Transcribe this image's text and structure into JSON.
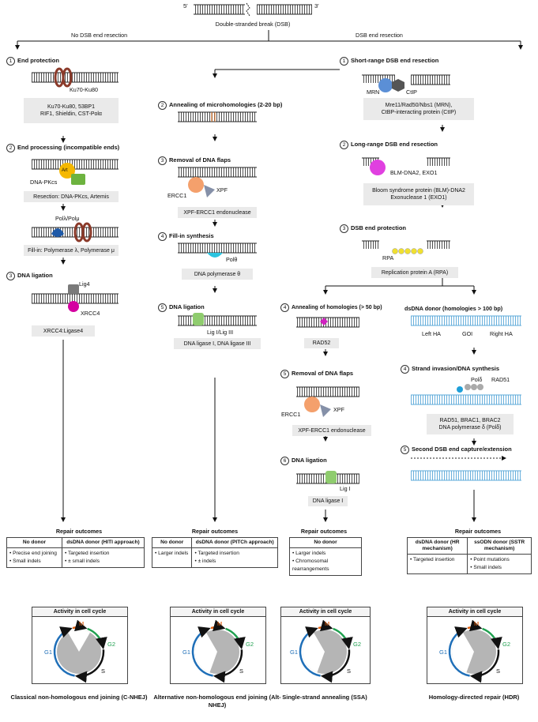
{
  "top": {
    "title": "Double-stranded break (DSB)",
    "left_branch": "No DSB end resection",
    "right_branch": "DSB end resection"
  },
  "cnhej": {
    "s1": {
      "num": "1",
      "title": "End protection",
      "protein_label": "Ku70-Ku80",
      "box": [
        "Ku70-Ku80, 53BP1",
        "RIF1, Shieldin, CST-Polα"
      ]
    },
    "s2": {
      "num": "2",
      "title": "End processing (incompatible ends)",
      "art": "Art",
      "dnapk": "DNA-PKcs",
      "box": "Resection: DNA-PKcs, Artemis",
      "pol_label": "Polλ/Polμ",
      "box2": "Fill-in: Polymerase λ, Polymerase μ"
    },
    "s3": {
      "num": "3",
      "title": "DNA ligation",
      "lig4": "Lig4",
      "xrcc4": "XRCC4",
      "box": "XRCC4:Ligase4"
    },
    "outcomes_title": "Repair outcomes",
    "col1_head": "No donor",
    "col2_head": "dsDNA donor (HITI approach)",
    "col1_items": [
      "Precise end joining",
      "Small indels"
    ],
    "col2_items": [
      "Targeted insertion",
      "± small indels"
    ],
    "name": "Classical non-homologous end joining (C-NHEJ)"
  },
  "altnhej": {
    "s2": {
      "num": "2",
      "title": "Annealing of microhomologies (2-20 bp)"
    },
    "s3": {
      "num": "3",
      "title": "Removal of DNA flaps",
      "ercc1": "ERCC1",
      "xpf": "XPF",
      "box": "XPF-ERCC1 endonuclease"
    },
    "s4": {
      "num": "4",
      "title": "Fill-in synthesis",
      "polt": "Polθ",
      "box": "DNA polymerase θ"
    },
    "s5": {
      "num": "5",
      "title": "DNA ligation",
      "lig": "Lig I/Lig III",
      "box": "DNA ligase I, DNA ligase III"
    },
    "outcomes_title": "Repair outcomes",
    "col1_head": "No donor",
    "col2_head": "dsDNA donor (PITCh approach)",
    "col1_items": [
      "Larger indels"
    ],
    "col2_items": [
      "Targeted insertion",
      "± indels"
    ],
    "name": "Alternative non-homologous end joining (Alt-NHEJ)"
  },
  "resection": {
    "s1": {
      "num": "1",
      "title": "Short-range DSB end resection",
      "mrn": "MRN",
      "ctip": "CtIP",
      "box": [
        "Mre11/Rad50/Nbs1 (MRN),",
        "CtBP-interacting protein (CtIP)"
      ]
    },
    "s2": {
      "num": "2",
      "title": "Long-range DSB end resection",
      "label": "BLM-DNA2, EXO1",
      "box": [
        "Bloom syndrome protein (BLM)-DNA2",
        "Exonuclease 1 (EXO1)"
      ]
    },
    "s3": {
      "num": "3",
      "title": "DSB end protection",
      "rpa": "RPA",
      "box": "Replication protein A (RPA)"
    }
  },
  "ssa": {
    "s4": {
      "num": "4",
      "title": "Annealing of homologies (> 50 bp)",
      "rad52": "RAD52"
    },
    "s5": {
      "num": "5",
      "title": "Removal of DNA flaps",
      "ercc1": "ERCC1",
      "xpf": "XPF",
      "box": "XPF-ERCC1 endonuclease"
    },
    "s6": {
      "num": "6",
      "title": "DNA ligation",
      "lig": "Lig I",
      "box": "DNA ligase I"
    },
    "outcomes_title": "Repair outcomes",
    "col1_head": "No donor",
    "col1_items": [
      "Larger indels",
      "Chromosomal rearrangements"
    ],
    "name": "Single-strand annealing (SSA)"
  },
  "hdr": {
    "donor": {
      "title": "dsDNA donor (homologies > 100 bp)",
      "left": "Left HA",
      "goi": "GOI",
      "right": "Right HA"
    },
    "s4": {
      "num": "4",
      "title": "Strand invasion/DNA synthesis",
      "pold": "Polδ",
      "rad51": "RAD51",
      "box": [
        "RAD51, BRAC1, BRAC2",
        "DNA polymerase δ (Polδ)"
      ]
    },
    "s5": {
      "num": "5",
      "title": "Second DSB end capture/extension"
    },
    "outcomes_title": "Repair outcomes",
    "col1_head": "dsDNA donor (HR mechanism)",
    "col2_head": "ssODN donor (SSTR mechanism)",
    "col1_items": [
      "Targeted insertion"
    ],
    "col2_items": [
      "Point mutations",
      "Small indels"
    ],
    "name": "Homology-directed repair (HDR)"
  },
  "cycle": {
    "title": "Activity in cell cycle",
    "m": "M",
    "g1": "G1",
    "g2": "G2",
    "s": "S"
  },
  "primes": {
    "five": "5′",
    "three": "3′"
  },
  "colors": {
    "ku": "#8b3a2a",
    "artemis": "#f5b800",
    "dnapk": "#6db33f",
    "pol": "#1f5aa8",
    "lig4": "#7a7a7a",
    "xrcc4": "#d400a0",
    "ercc1": "#f4a06c",
    "xpf": "#8590a8",
    "polt": "#2cc4e0",
    "lig": "#8fcc6e",
    "mrn": "#5b8fd6",
    "ctip": "#555555",
    "blm": "#e040e0",
    "rpa": "#f0e030",
    "rad52": "#d020c0",
    "donor": "#5aa8d8",
    "m_arrow": "#e06010",
    "g1_arrow": "#1f6fb8",
    "g2_arrow": "#20a050",
    "s_arrow": "#111111"
  }
}
